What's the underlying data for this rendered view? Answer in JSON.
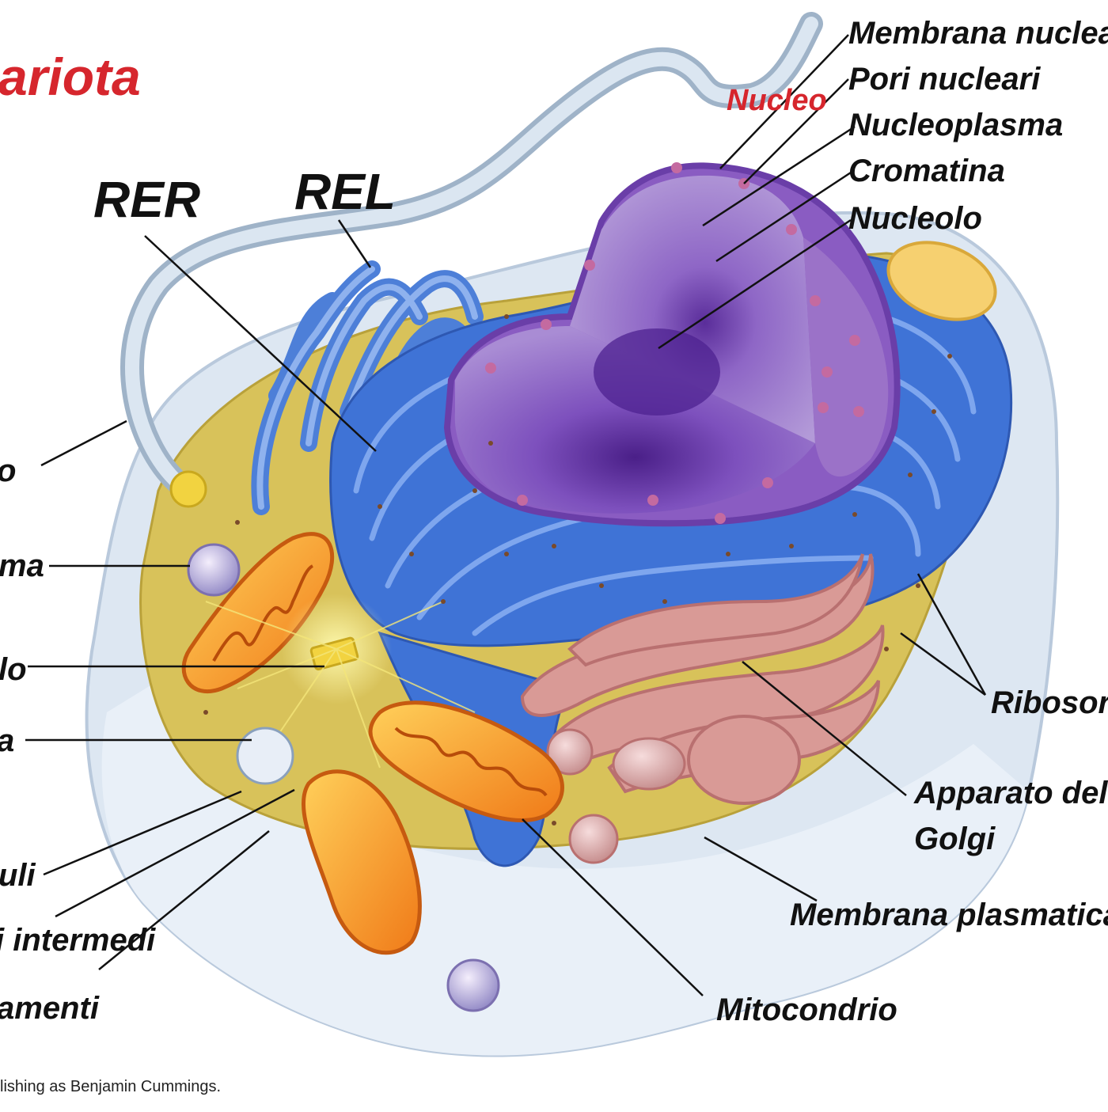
{
  "title": "ariota",
  "labels": {
    "rer": "RER",
    "rel": "REL",
    "nucleo": "Nucleo",
    "membrana_nucleare": "Membrana nuclea",
    "pori_nucleari": "Pori nucleari",
    "nucleoplasma": "Nucleoplasma",
    "cromatina": "Cromatina",
    "nucleolo": "Nucleolo",
    "ribosomi": "Ribosor",
    "apparato_golgi_1": "Apparato del",
    "apparato_golgi_2": "Golgi",
    "membrana_plasmatica": "Membrana plasmatica",
    "mitocondrio": "Mitocondrio",
    "left_flagello": "o",
    "left_lisosoma": "ma",
    "left_centriolo": "lo",
    "left_perossisoma": "a",
    "left_microtubuli": "uli",
    "left_filamenti_intermedi": "i intermedi",
    "left_microfilamenti": "amenti"
  },
  "credit": "lishing as Benjamin Cummings.",
  "colors": {
    "title_red": "#d6262d",
    "cytoplasm": "#d8c25a",
    "er": "#3f73d6",
    "nucleus": "#8a5cc2",
    "golgi": "#d99a96",
    "mitochondria": "#f08a2a",
    "membrane": "#dde7f2"
  }
}
